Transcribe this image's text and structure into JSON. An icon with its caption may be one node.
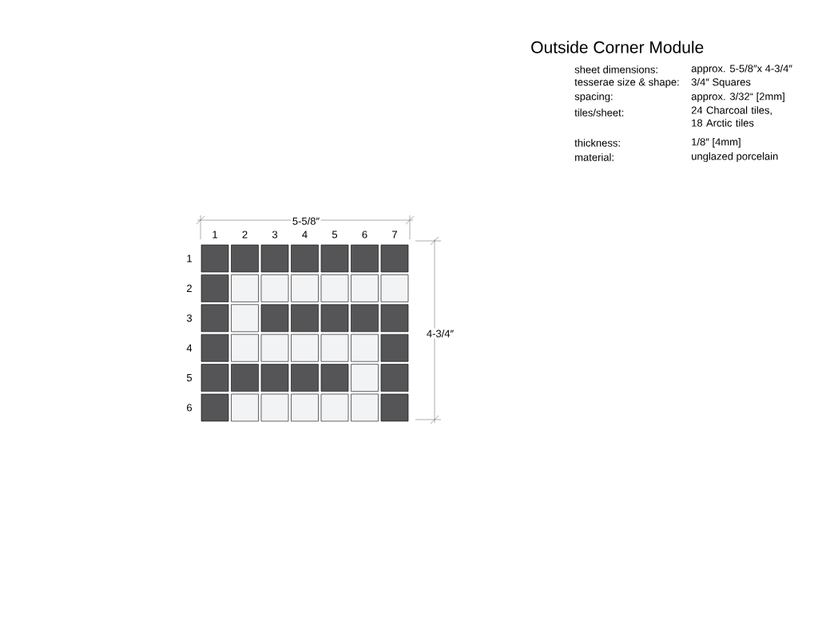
{
  "diagram": {
    "title": "Outside Corner Module",
    "labels": [
      "sheet dimensions:",
      "approx. 5-5/8″x 4-3/4″",
      "tesserae size & shape:",
      "3/4″ Squares",
      "spacing:",
      "approx. 3/32“ [2mm]",
      "tiles/sheet:",
      "24 Charcoal tiles, 18 Arctic tiles",
      "thickness:",
      "1/8″ [4mm]",
      "material:",
      "unglazed porcelain",
      "5-5/8″",
      "1",
      "2",
      "3",
      "4",
      "5",
      "6",
      "7",
      "1",
      "2",
      "3",
      "4",
      "5",
      "6",
      "4-3/4″"
    ]
  }
}
